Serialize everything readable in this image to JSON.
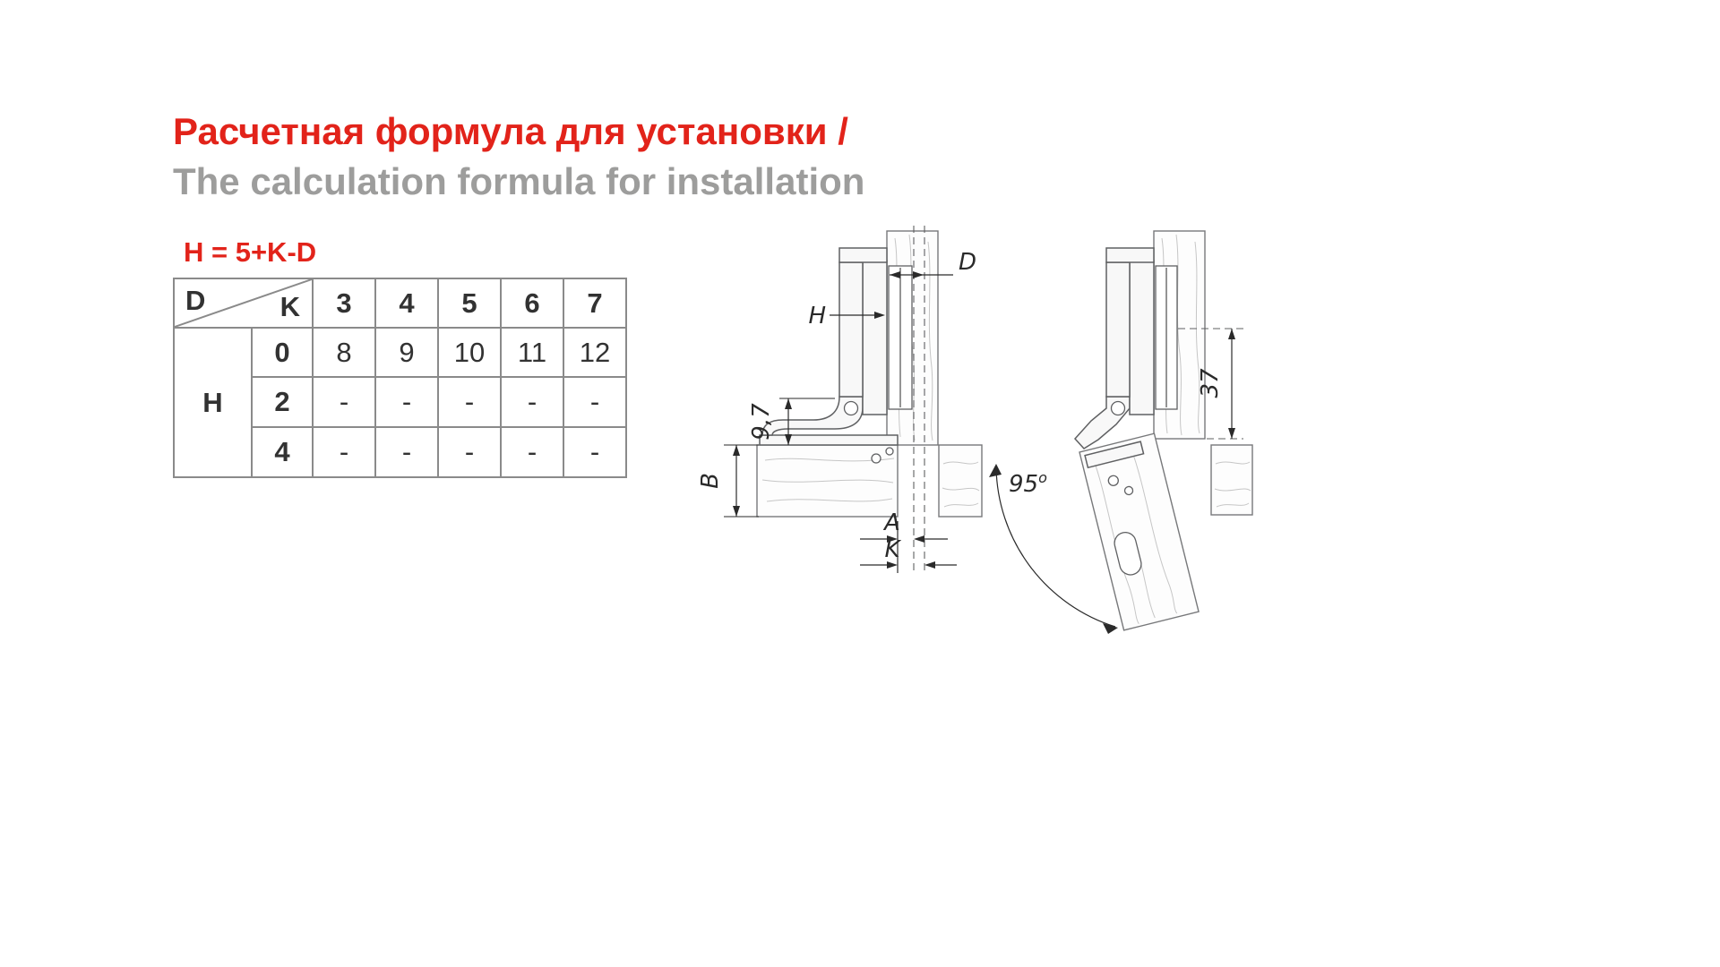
{
  "page": {
    "title_ru": "Расчетная формула для установки /",
    "title_en": "The calculation formula for installation",
    "formula": "H = 5+K-D"
  },
  "table": {
    "corner_top": "D",
    "corner_side": "K",
    "col_headers": [
      "3",
      "4",
      "5",
      "6",
      "7"
    ],
    "row_group": "H",
    "rows": [
      {
        "label": "0",
        "values": [
          "8",
          "9",
          "10",
          "11",
          "12"
        ]
      },
      {
        "label": "2",
        "values": [
          "-",
          "-",
          "-",
          "-",
          "-"
        ]
      },
      {
        "label": "4",
        "values": [
          "-",
          "-",
          "-",
          "-",
          "-"
        ]
      }
    ]
  },
  "diagrams": {
    "closed": {
      "d": "D",
      "h": "H",
      "cup_height": "9,7",
      "b": "B",
      "a": "A",
      "k": "K"
    },
    "open": {
      "depth": "37",
      "angle": "95",
      "angle_sup": "o"
    }
  },
  "colors": {
    "accent_red": "#e2231a",
    "subtitle_gray": "#9d9d9c",
    "table_border": "#8a8a8a",
    "line": "#5f6062"
  }
}
